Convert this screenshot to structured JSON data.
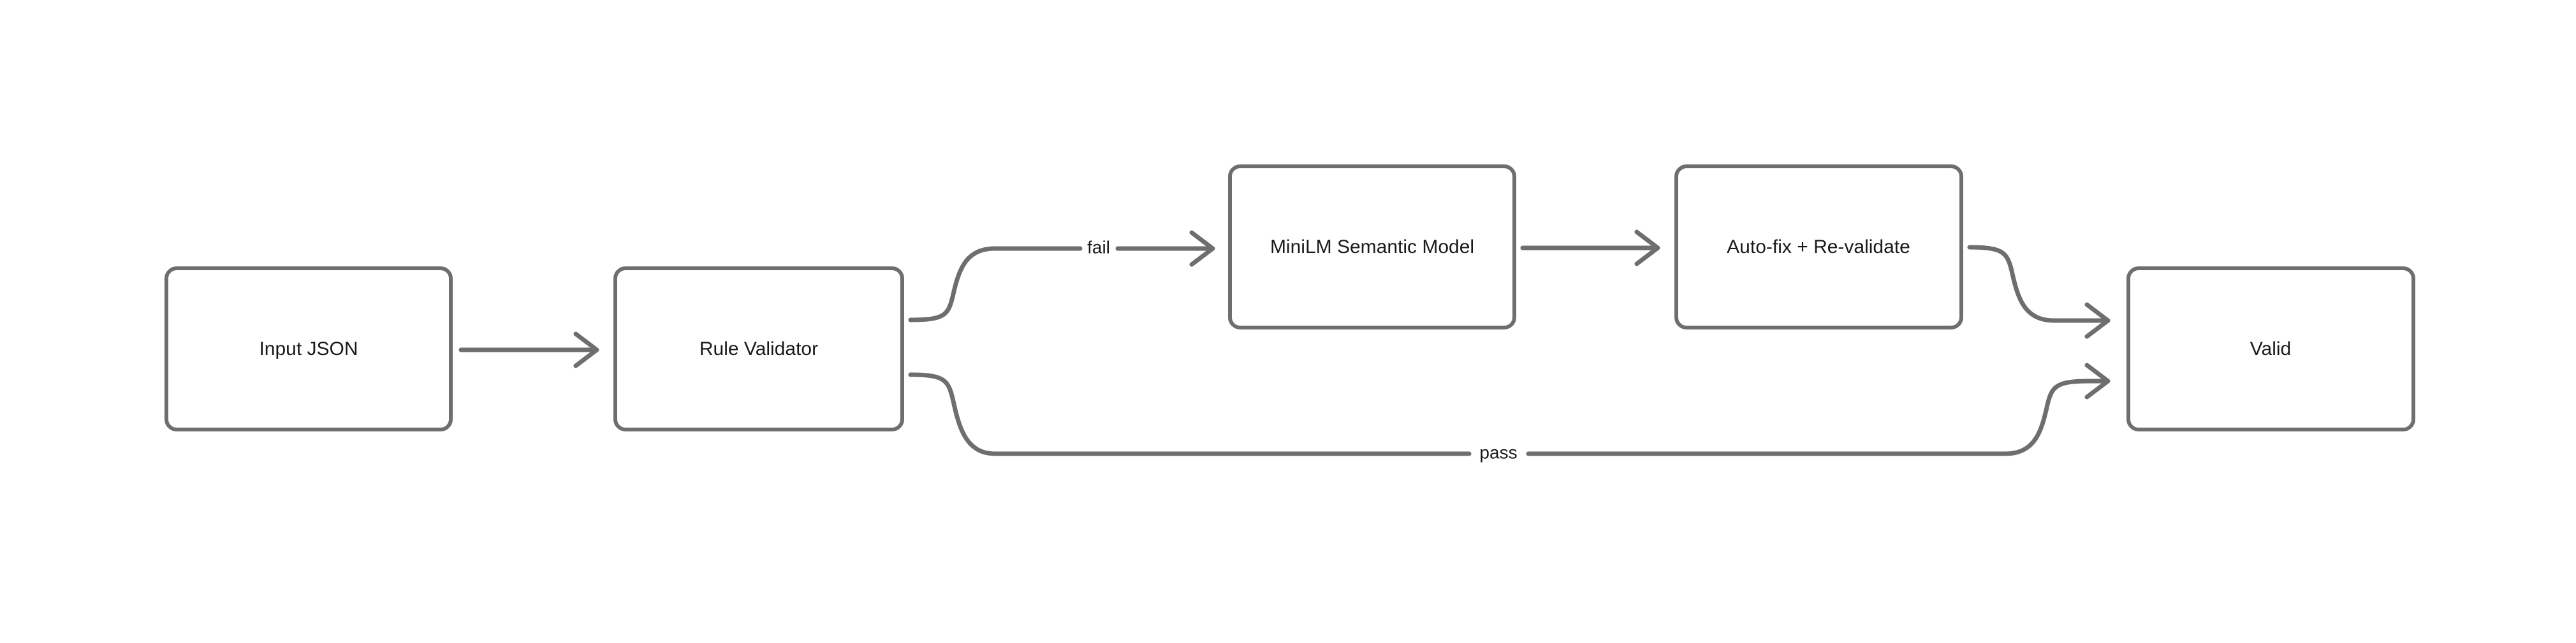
{
  "diagram": {
    "type": "flowchart",
    "orientation": "left-to-right",
    "background_color": "#ffffff",
    "node_stroke_color": "#6e6e6e",
    "node_fill_color": "#ffffff",
    "edge_color": "#6e6e6e",
    "text_color": "#1a1a1a",
    "nodes": [
      {
        "id": "input_json",
        "label": "Input JSON"
      },
      {
        "id": "rule_validator",
        "label": "Rule Validator"
      },
      {
        "id": "minilm",
        "label": "MiniLM Semantic Model"
      },
      {
        "id": "autofix",
        "label": "Auto-fix + Re-validate"
      },
      {
        "id": "valid",
        "label": "Valid"
      }
    ],
    "edges": [
      {
        "id": "e1",
        "from": "input_json",
        "to": "rule_validator",
        "label": ""
      },
      {
        "id": "e2",
        "from": "rule_validator",
        "to": "minilm",
        "label": "fail"
      },
      {
        "id": "e3",
        "from": "minilm",
        "to": "autofix",
        "label": ""
      },
      {
        "id": "e4",
        "from": "autofix",
        "to": "valid",
        "label": ""
      },
      {
        "id": "e5",
        "from": "rule_validator",
        "to": "valid",
        "label": "pass"
      }
    ]
  }
}
